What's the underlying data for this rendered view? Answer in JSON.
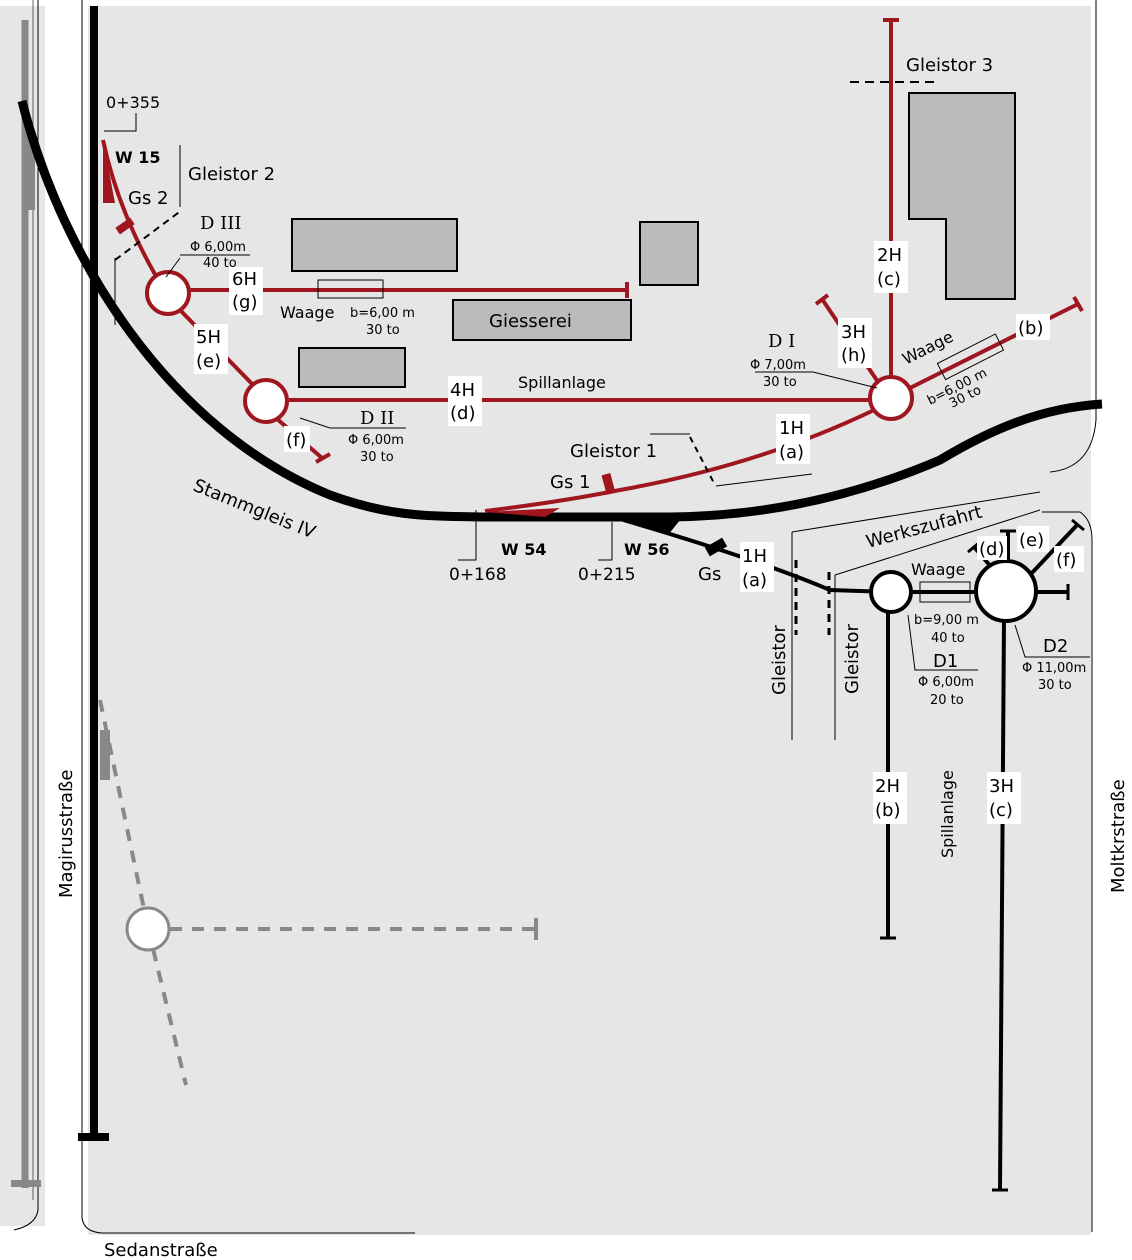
{
  "colors": {
    "red": "#a0161f",
    "black": "#000000",
    "ground": "#e6e6e6",
    "building": "#bbbbbb",
    "ghost": "#888888"
  },
  "streets": {
    "west": "Magirusstraße",
    "south": "Sedanstraße",
    "east": "Moltkrstraße"
  },
  "mainline": {
    "label": "Stammgleis IV"
  },
  "north_plant": {
    "km_w15": "0+355",
    "w15": "W 15",
    "gs2": "Gs 2",
    "gleistor2": "Gleistor 2",
    "gleistor3": "Gleistor 3",
    "gleistor1": "Gleistor 1",
    "gs1": "Gs 1",
    "giesserei": "Giesserei",
    "spillanlage": "Spillanlage",
    "waage": "Waage",
    "waage_w": "b=6,00 m",
    "waage_t": "30 to",
    "waage2": "Waage",
    "waage2_w": "b=6,00 m",
    "waage2_t": "30 to",
    "d3": {
      "name": "D III",
      "dia": "Φ 6,00m",
      "tons": "40 to"
    },
    "d2": {
      "name": "D II",
      "dia": "Φ 6,00m",
      "tons": "30 to"
    },
    "d1": {
      "name": "D I",
      "dia": "Φ 7,00m",
      "tons": "30 to"
    },
    "tracks": {
      "t6h": "6H",
      "t6h_sub": "(g)",
      "t5h": "5H",
      "t5h_sub": "(e)",
      "t4h": "4H",
      "t4h_sub": "(d)",
      "tf": "(f)",
      "t3h": "3H",
      "t3h_sub": "(h)",
      "t2h": "2H",
      "t2h_sub": "(c)",
      "tb": "(b)",
      "t1h": "1H",
      "t1h_sub": "(a)"
    }
  },
  "switches": {
    "w54": "W 54",
    "km_w54": "0+168",
    "w56": "W 56",
    "km_w56": "0+215"
  },
  "south_plant": {
    "gs": "Gs",
    "t1h": "1H",
    "t1h_sub": "(a)",
    "werkszufahrt": "Werkszufahrt",
    "gleistor_a": "Gleistor",
    "gleistor_b": "Gleistor",
    "waage": "Waage",
    "waage_w": "b=9,00 m",
    "waage_t": "40 to",
    "d1": {
      "name": "D1",
      "dia": "Φ 6,00m",
      "tons": "20 to"
    },
    "d2": {
      "name": "D2",
      "dia": "Φ 11,00m",
      "tons": "30 to"
    },
    "t2h": "2H",
    "t2h_sub": "(b)",
    "t3h": "3H",
    "t3h_sub": "(c)",
    "spillanlage": "Spillanlage",
    "td": "(d)",
    "te": "(e)",
    "tf": "(f)"
  }
}
